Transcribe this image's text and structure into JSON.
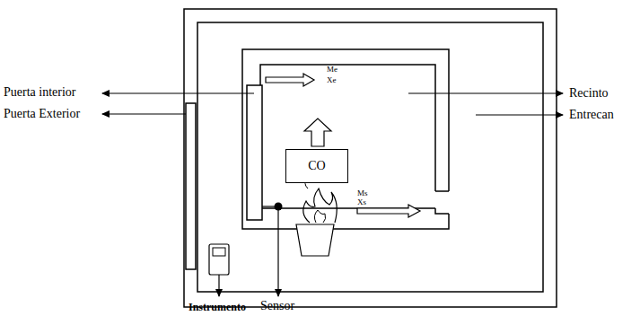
{
  "diagram": {
    "nodes": [
      {
        "text": [
          "CO"
        ]
      }
    ],
    "labels": [
      "Puerta interior",
      "Puerta Exterior",
      "Recinto",
      "Entrecan",
      "Me",
      "Xe",
      "Ms",
      "Xs",
      "Instrumento",
      "Sensor"
    ]
  }
}
